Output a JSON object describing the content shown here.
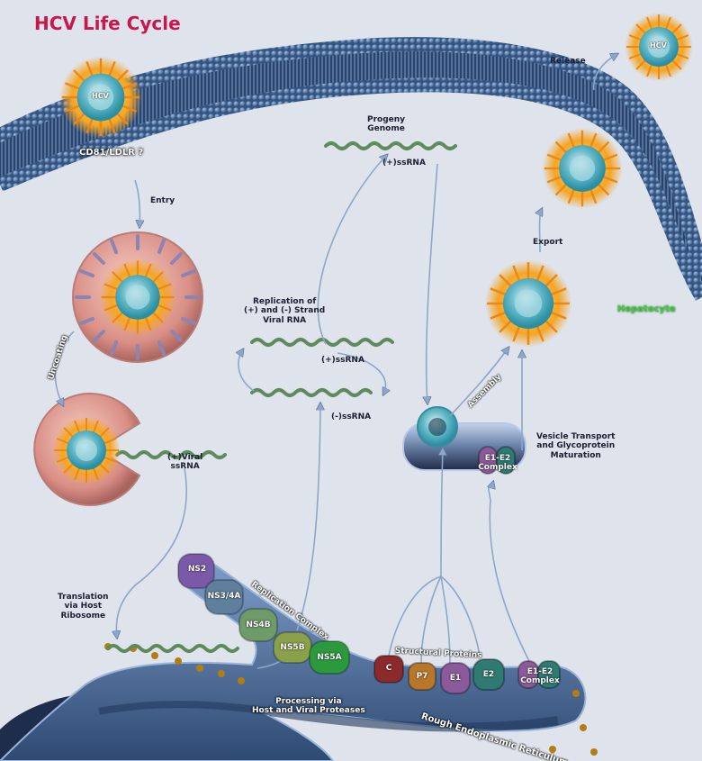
{
  "title": "HCV Life Cycle",
  "colors": {
    "title": "#c8174c",
    "membrane": "#3f608d",
    "virus_spike": "#f29a1c",
    "virus_core": "#2aa6b4",
    "rna": "#5e8a5c",
    "arrow": "#8ea6c8",
    "hepatocyte_label": "#3fd13f"
  },
  "virus_label": "HCV",
  "receptor_label": "CD81/LDLR ?",
  "hepatocyte_label": "Hepatocyte",
  "steps": {
    "entry": "Entry",
    "uncoating": "Uncoating",
    "viral_rna_line1": "(+)Viral",
    "viral_rna_line2": "ssRNA",
    "translation_line1": "Translation",
    "translation_line2": "via Host",
    "translation_line3": "Ribosome",
    "replication_line1": "Replication of",
    "replication_line2": "(+) and (-) Strand",
    "replication_line3": "Viral RNA",
    "plus_ssrna": "(+)ssRNA",
    "minus_ssrna": "(-)ssRNA",
    "progeny_line1": "Progeny",
    "progeny_line2": "Genome",
    "progeny_rna": "(+)ssRNA",
    "assembly": "Assembly",
    "vesicle_line1": "Vesicle Transport",
    "vesicle_line2": "and Glycoprotein",
    "vesicle_line3": "Maturation",
    "export": "Export",
    "release": "Release",
    "processing_line1": "Processing via",
    "processing_line2": "Host and Viral Proteases",
    "rer": "Rough Endoplasmic Reticulum",
    "replication_complex": "Replication Complex",
    "structural_proteins": "Structural Proteins"
  },
  "nonstructural_proteins": [
    {
      "label": "NS2",
      "color": "#7a5aa8"
    },
    {
      "label": "NS3/4A",
      "color": "#5f7f9c"
    },
    {
      "label": "NS4B",
      "color": "#6f9a6a"
    },
    {
      "label": "NS5B",
      "color": "#8aa04a"
    },
    {
      "label": "NS5A",
      "color": "#2c9a3c"
    }
  ],
  "structural_proteins": [
    {
      "label": "C",
      "color": "#8b2a2a"
    },
    {
      "label": "P7",
      "color": "#b8762a"
    },
    {
      "label": "E1",
      "color": "#8a5a9a"
    },
    {
      "label": "E2",
      "color": "#2f7a72"
    }
  ],
  "complex": {
    "line1": "E1-E2",
    "line2": "Complex"
  }
}
